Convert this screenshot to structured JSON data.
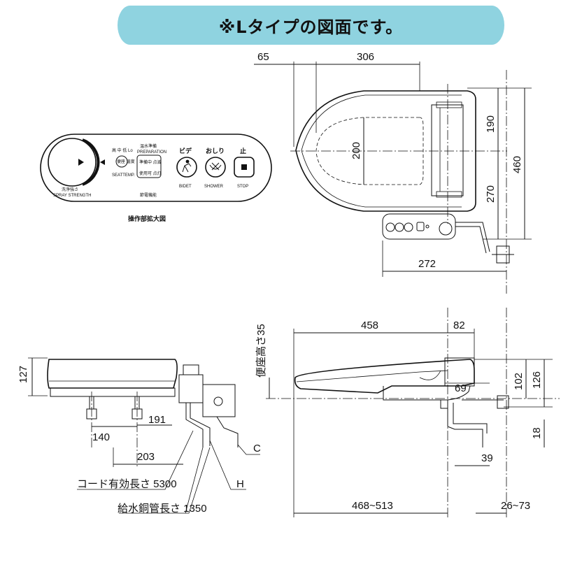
{
  "banner": {
    "text": "※Lタイプの図面です。"
  },
  "panel": {
    "caption": "操作部拡大図",
    "dial_label_jp": "洗浄強さ",
    "dial_label_en": "SPRAY STRENGTH",
    "seat_temp_top": "高 中 低 Lo",
    "seat_temp_btn": "便座 温度",
    "seat_temp_en": "SEATTEMP.",
    "prep_jp": "温水準備",
    "prep_en": "PREPARATION",
    "prep_btn_1": "準備中 点滅",
    "prep_btn_2": "使用可 点灯",
    "bidet_jp": "ビデ",
    "bidet_en": "BIDET",
    "shower_jp": "おしり",
    "shower_en": "SHOWER",
    "stop_jp": "止",
    "stop_en": "STOP",
    "bottom_note": "節電機能"
  },
  "top_view": {
    "dims": {
      "d65": "65",
      "d306": "306",
      "d190": "190",
      "d200": "200",
      "d460": "460",
      "d270": "270",
      "d272": "272"
    }
  },
  "front_view": {
    "dims": {
      "d127": "127",
      "d140": "140",
      "d191": "191",
      "d203": "203"
    },
    "labels": {
      "c": "C",
      "h": "H",
      "cord": "コード有効長さ 5300",
      "pipe": "給水銅管長さ 1350"
    }
  },
  "side_view": {
    "dims": {
      "d458": "458",
      "d82": "82",
      "seat_h": "便座高さ35",
      "d69": "69",
      "d102": "102",
      "d126": "126",
      "d18": "18",
      "d39": "39",
      "d468": "468~513",
      "d26": "26~73"
    }
  }
}
